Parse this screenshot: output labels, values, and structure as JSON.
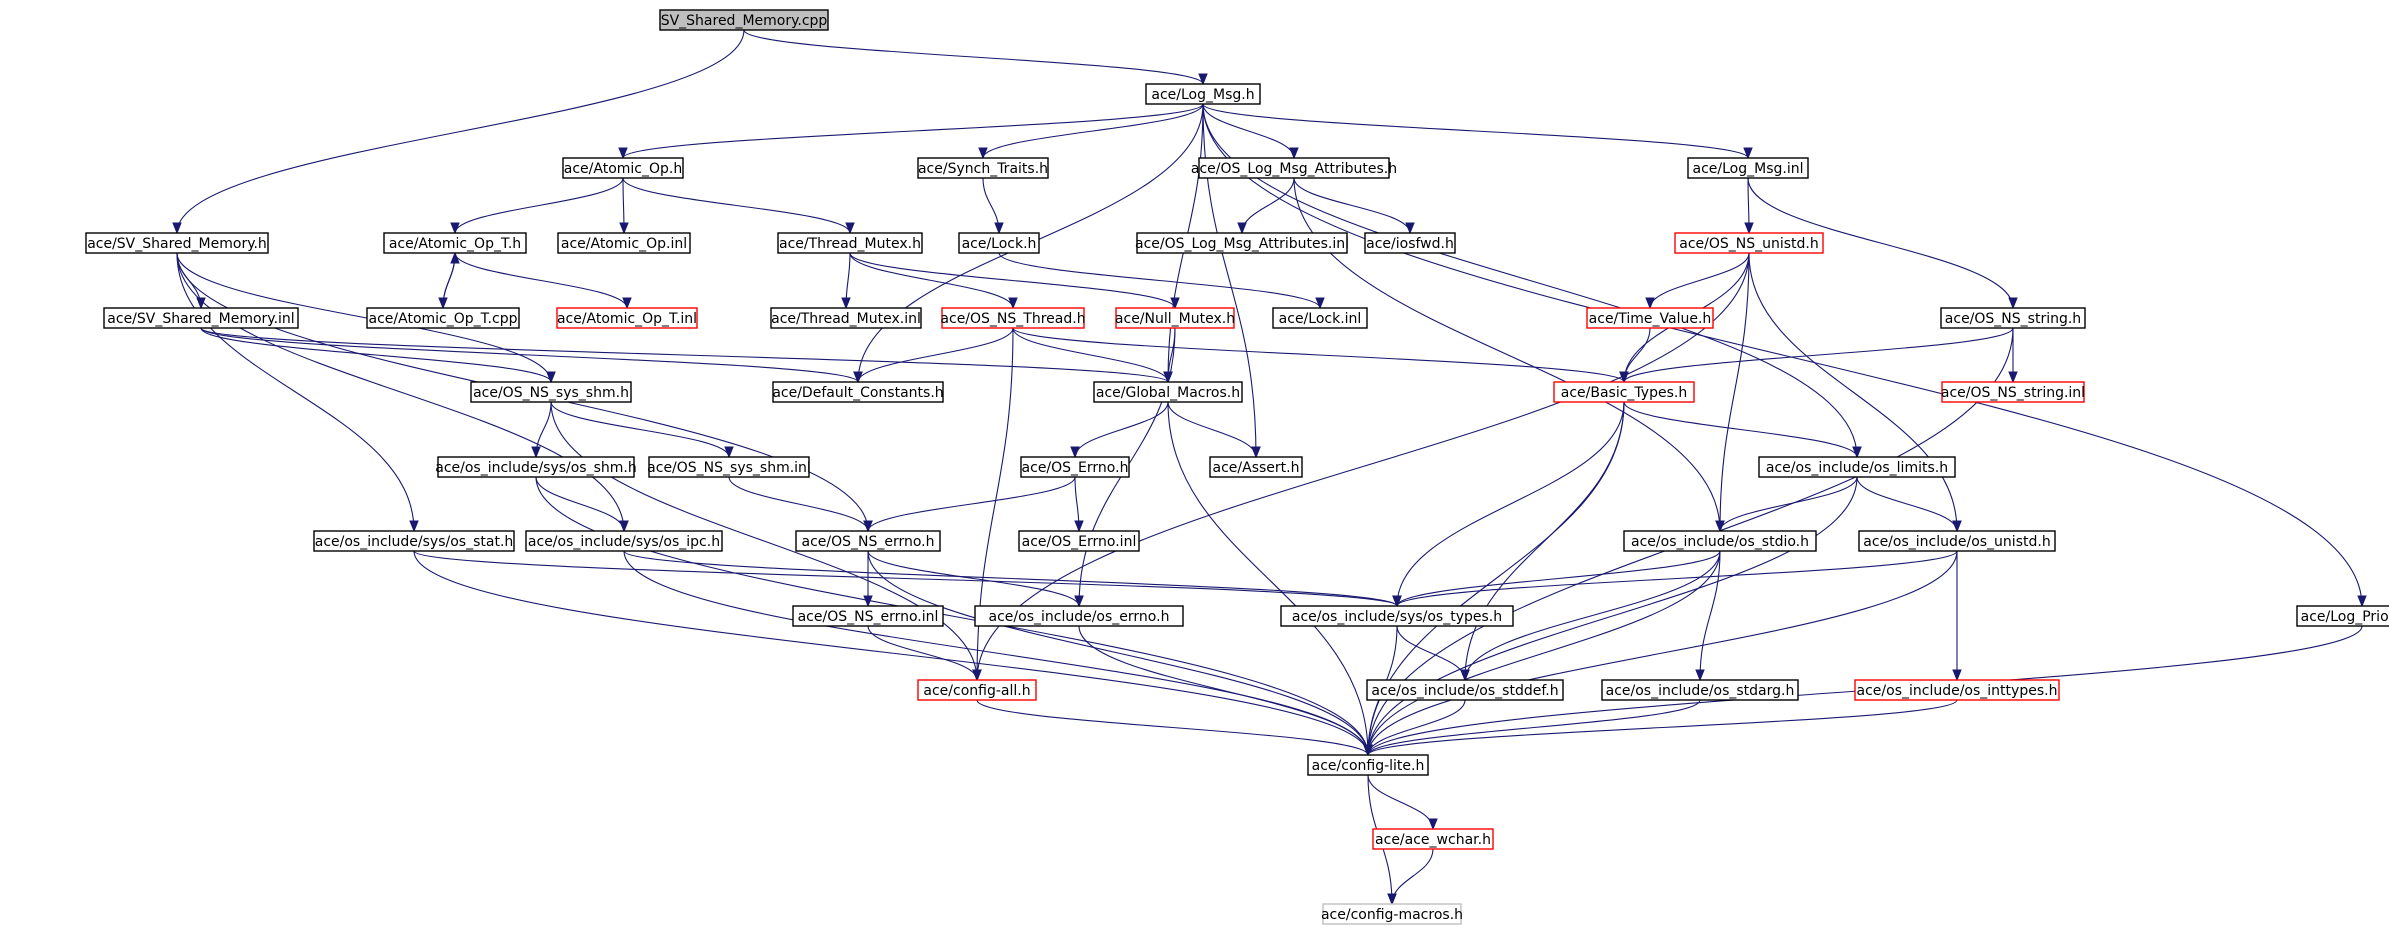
{
  "colors": {
    "edge": "#191970",
    "border_normal": "#000000",
    "border_truncated": "#ff0000",
    "border_leaf": "#bfbfbf",
    "fill_root": "#bfbfbf",
    "fill_normal": "#ffffff"
  },
  "nodes": [
    {
      "id": "root",
      "label": "SV_Shared_Memory.cpp",
      "style": "root"
    },
    {
      "id": "logmsg",
      "label": "ace/Log_Msg.h",
      "style": "normal"
    },
    {
      "id": "atomicop",
      "label": "ace/Atomic_Op.h",
      "style": "normal"
    },
    {
      "id": "synchtraits",
      "label": "ace/Synch_Traits.h",
      "style": "normal"
    },
    {
      "id": "oslogattr",
      "label": "ace/OS_Log_Msg_Attributes.h",
      "style": "normal"
    },
    {
      "id": "logmsginl",
      "label": "ace/Log_Msg.inl",
      "style": "normal"
    },
    {
      "id": "svshm",
      "label": "ace/SV_Shared_Memory.h",
      "style": "normal"
    },
    {
      "id": "atomicopt",
      "label": "ace/Atomic_Op_T.h",
      "style": "normal"
    },
    {
      "id": "atomicopinl",
      "label": "ace/Atomic_Op.inl",
      "style": "normal"
    },
    {
      "id": "threadmutex",
      "label": "ace/Thread_Mutex.h",
      "style": "normal"
    },
    {
      "id": "lockh",
      "label": "ace/Lock.h",
      "style": "normal"
    },
    {
      "id": "oslogattrinl",
      "label": "ace/OS_Log_Msg_Attributes.inl",
      "style": "normal"
    },
    {
      "id": "iosfwd",
      "label": "ace/iosfwd.h",
      "style": "normal"
    },
    {
      "id": "osnsunistd",
      "label": "ace/OS_NS_unistd.h",
      "style": "truncated"
    },
    {
      "id": "svshminl",
      "label": "ace/SV_Shared_Memory.inl",
      "style": "normal"
    },
    {
      "id": "atomicoptcpp",
      "label": "ace/Atomic_Op_T.cpp",
      "style": "normal"
    },
    {
      "id": "atomicoptinl",
      "label": "ace/Atomic_Op_T.inl",
      "style": "truncated"
    },
    {
      "id": "threadmutexinl",
      "label": "ace/Thread_Mutex.inl",
      "style": "normal"
    },
    {
      "id": "osnsthread",
      "label": "ace/OS_NS_Thread.h",
      "style": "truncated"
    },
    {
      "id": "nullmutex",
      "label": "ace/Null_Mutex.h",
      "style": "truncated"
    },
    {
      "id": "lockinl",
      "label": "ace/Lock.inl",
      "style": "normal"
    },
    {
      "id": "timevalue",
      "label": "ace/Time_Value.h",
      "style": "truncated"
    },
    {
      "id": "osnsstring",
      "label": "ace/OS_NS_string.h",
      "style": "normal"
    },
    {
      "id": "osnssysshm",
      "label": "ace/OS_NS_sys_shm.h",
      "style": "normal"
    },
    {
      "id": "defconst",
      "label": "ace/Default_Constants.h",
      "style": "normal"
    },
    {
      "id": "globalmacros",
      "label": "ace/Global_Macros.h",
      "style": "normal"
    },
    {
      "id": "basictypes",
      "label": "ace/Basic_Types.h",
      "style": "truncated"
    },
    {
      "id": "osnsstringinl",
      "label": "ace/OS_NS_string.inl",
      "style": "truncated"
    },
    {
      "id": "osincshm",
      "label": "ace/os_include/sys/os_shm.h",
      "style": "normal"
    },
    {
      "id": "osnssysshminl",
      "label": "ace/OS_NS_sys_shm.inl",
      "style": "normal"
    },
    {
      "id": "oserrno",
      "label": "ace/OS_Errno.h",
      "style": "normal"
    },
    {
      "id": "asserth",
      "label": "ace/Assert.h",
      "style": "normal"
    },
    {
      "id": "oslimits",
      "label": "ace/os_include/os_limits.h",
      "style": "normal"
    },
    {
      "id": "osstat",
      "label": "ace/os_include/sys/os_stat.h",
      "style": "normal"
    },
    {
      "id": "osipc",
      "label": "ace/os_include/sys/os_ipc.h",
      "style": "normal"
    },
    {
      "id": "osnserrno",
      "label": "ace/OS_NS_errno.h",
      "style": "normal"
    },
    {
      "id": "oserrnoinl",
      "label": "ace/OS_Errno.inl",
      "style": "normal"
    },
    {
      "id": "osstdio",
      "label": "ace/os_include/os_stdio.h",
      "style": "normal"
    },
    {
      "id": "osunistd",
      "label": "ace/os_include/os_unistd.h",
      "style": "normal"
    },
    {
      "id": "osnserrnoinl",
      "label": "ace/OS_NS_errno.inl",
      "style": "normal"
    },
    {
      "id": "osincerrno",
      "label": "ace/os_include/os_errno.h",
      "style": "normal"
    },
    {
      "id": "ostypes",
      "label": "ace/os_include/sys/os_types.h",
      "style": "normal"
    },
    {
      "id": "logpriority",
      "label": "ace/Log_Priority.h",
      "style": "normal"
    },
    {
      "id": "configall",
      "label": "ace/config-all.h",
      "style": "truncated"
    },
    {
      "id": "osstddef",
      "label": "ace/os_include/os_stddef.h",
      "style": "normal"
    },
    {
      "id": "osstdarg",
      "label": "ace/os_include/os_stdarg.h",
      "style": "normal"
    },
    {
      "id": "osinttypes",
      "label": "ace/os_include/os_inttypes.h",
      "style": "truncated"
    },
    {
      "id": "configlite",
      "label": "ace/config-lite.h",
      "style": "normal"
    },
    {
      "id": "acewchar",
      "label": "ace/ace_wchar.h",
      "style": "truncated"
    },
    {
      "id": "configmacros",
      "label": "ace/config-macros.h",
      "style": "leaf"
    }
  ],
  "edges": [
    [
      "root",
      "logmsg"
    ],
    [
      "root",
      "svshm"
    ],
    [
      "logmsg",
      "atomicop"
    ],
    [
      "logmsg",
      "synchtraits"
    ],
    [
      "logmsg",
      "oslogattr"
    ],
    [
      "logmsg",
      "logmsginl"
    ],
    [
      "logmsg",
      "defconst"
    ],
    [
      "logmsg",
      "globalmacros"
    ],
    [
      "logmsg",
      "asserth"
    ],
    [
      "logmsg",
      "oslimits"
    ],
    [
      "logmsg",
      "logpriority"
    ],
    [
      "atomicop",
      "atomicopt"
    ],
    [
      "atomicop",
      "atomicopinl"
    ],
    [
      "atomicop",
      "threadmutex"
    ],
    [
      "synchtraits",
      "lockh"
    ],
    [
      "oslogattr",
      "oslogattrinl"
    ],
    [
      "oslogattr",
      "iosfwd"
    ],
    [
      "oslogattr",
      "osstdio"
    ],
    [
      "logmsginl",
      "osnsunistd"
    ],
    [
      "logmsginl",
      "osnsstring"
    ],
    [
      "svshm",
      "svshminl"
    ],
    [
      "svshm",
      "osnssysshm"
    ],
    [
      "svshm",
      "osipc"
    ],
    [
      "svshm",
      "osstat"
    ],
    [
      "svshm",
      "osnserrno"
    ],
    [
      "atomicopt",
      "atomicoptcpp"
    ],
    [
      "atomicopt",
      "atomicoptinl"
    ],
    [
      "atomicoptcpp",
      "atomicopt"
    ],
    [
      "threadmutex",
      "threadmutexinl"
    ],
    [
      "threadmutex",
      "osnsthread"
    ],
    [
      "threadmutex",
      "nullmutex"
    ],
    [
      "lockh",
      "lockinl"
    ],
    [
      "osnsunistd",
      "timevalue"
    ],
    [
      "osnsunistd",
      "basictypes"
    ],
    [
      "osnsunistd",
      "osstdio"
    ],
    [
      "osnsunistd",
      "osunistd"
    ],
    [
      "osnsunistd",
      "configall"
    ],
    [
      "svshminl",
      "globalmacros"
    ],
    [
      "svshminl",
      "defconst"
    ],
    [
      "svshminl",
      "osnssysshm"
    ],
    [
      "osnsthread",
      "defconst"
    ],
    [
      "osnsthread",
      "globalmacros"
    ],
    [
      "osnsthread",
      "basictypes"
    ],
    [
      "osnsthread",
      "configall"
    ],
    [
      "nullmutex",
      "globalmacros"
    ],
    [
      "nullmutex",
      "osincerrno"
    ],
    [
      "timevalue",
      "basictypes"
    ],
    [
      "osnsstring",
      "basictypes"
    ],
    [
      "osnsstring",
      "osnsstringinl"
    ],
    [
      "osnsstring",
      "configlite"
    ],
    [
      "osnssysshm",
      "osincshm"
    ],
    [
      "osnssysshm",
      "osnssysshminl"
    ],
    [
      "osnssysshm",
      "configall"
    ],
    [
      "globalmacros",
      "oserrno"
    ],
    [
      "globalmacros",
      "asserth"
    ],
    [
      "globalmacros",
      "configlite"
    ],
    [
      "basictypes",
      "oslimits"
    ],
    [
      "basictypes",
      "ostypes"
    ],
    [
      "basictypes",
      "osstddef"
    ],
    [
      "basictypes",
      "configlite"
    ],
    [
      "osincshm",
      "osipc"
    ],
    [
      "osincshm",
      "configlite"
    ],
    [
      "osnssysshminl",
      "osnserrno"
    ],
    [
      "oserrno",
      "osnserrno"
    ],
    [
      "oserrno",
      "oserrnoinl"
    ],
    [
      "oslimits",
      "osstdio"
    ],
    [
      "oslimits",
      "osunistd"
    ],
    [
      "oslimits",
      "configlite"
    ],
    [
      "osstat",
      "ostypes"
    ],
    [
      "osstat",
      "configlite"
    ],
    [
      "osipc",
      "ostypes"
    ],
    [
      "osipc",
      "configlite"
    ],
    [
      "osnserrno",
      "osnserrnoinl"
    ],
    [
      "osnserrno",
      "osincerrno"
    ],
    [
      "osnserrno",
      "configlite"
    ],
    [
      "osstdio",
      "ostypes"
    ],
    [
      "osstdio",
      "osstddef"
    ],
    [
      "osstdio",
      "osstdarg"
    ],
    [
      "osstdio",
      "configlite"
    ],
    [
      "osunistd",
      "ostypes"
    ],
    [
      "osunistd",
      "osinttypes"
    ],
    [
      "osunistd",
      "configlite"
    ],
    [
      "osnserrnoinl",
      "configall"
    ],
    [
      "osincerrno",
      "configlite"
    ],
    [
      "ostypes",
      "osstddef"
    ],
    [
      "ostypes",
      "configlite"
    ],
    [
      "logpriority",
      "configlite"
    ],
    [
      "configall",
      "configlite"
    ],
    [
      "osstddef",
      "configlite"
    ],
    [
      "osstdarg",
      "configlite"
    ],
    [
      "osinttypes",
      "configlite"
    ],
    [
      "configlite",
      "acewchar"
    ],
    [
      "configlite",
      "configmacros"
    ],
    [
      "acewchar",
      "configmacros"
    ]
  ]
}
